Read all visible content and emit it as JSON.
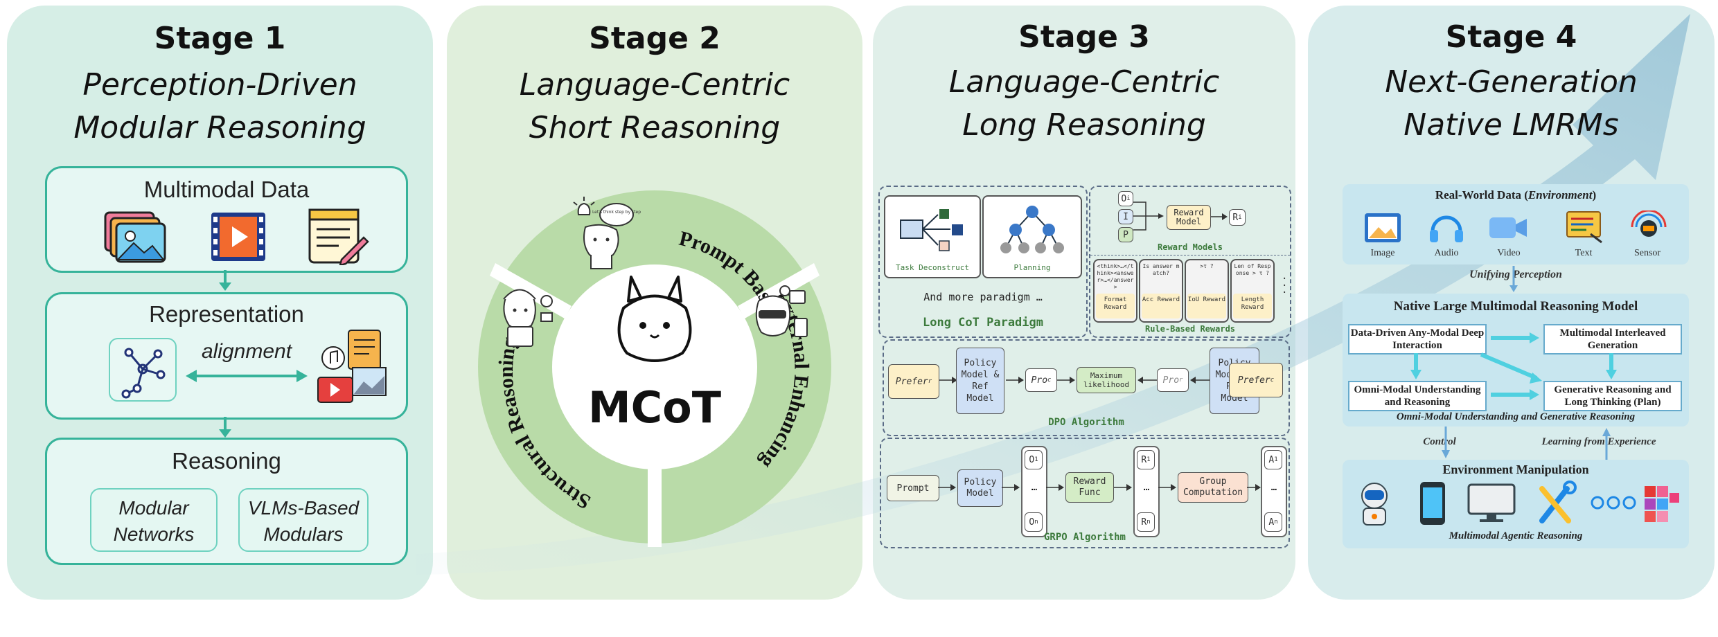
{
  "stage1": {
    "title": "Stage 1",
    "subtitle_line1": "Perception-Driven",
    "subtitle_line2": "Modular Reasoning",
    "multimodal_data": "Multimodal Data",
    "representation": "Representation",
    "alignment": "alignment",
    "reasoning": "Reasoning",
    "modular_networks_1": "Modular",
    "modular_networks_2": "Networks",
    "vlms_1": "VLMs-Based",
    "vlms_2": "Modulars"
  },
  "stage2": {
    "title": "Stage 2",
    "subtitle_line1": "Language-Centric",
    "subtitle_line2": "Short Reasoning",
    "center": "MCoT",
    "prompt_based": "Prompt Based",
    "external_enhancing": "External Enhancing",
    "structural_reasoning": "Structural Reasoning",
    "bubble_text": "Let's think step by step"
  },
  "stage3": {
    "title": "Stage 3",
    "subtitle_line1": "Language-Centric",
    "subtitle_line2": "Long Reasoning",
    "task_deconstruct": "Task Deconstruct",
    "planning": "Planning",
    "more_paradigm": "And more paradigm …",
    "long_cot": "Long CoT Paradigm",
    "o_i": "O",
    "o_i_sub": "i",
    "i": "I",
    "p": "P",
    "r_i": "R",
    "r_i_sub": "i",
    "reward_model": "Reward Model",
    "reward_models": "Reward Models",
    "rule_based": "Rule-Based Rewards",
    "rb_cards": [
      {
        "top": "<think>…</think><answer>…</answer>",
        "bottom": "Format Reward"
      },
      {
        "top": "Is answer match?",
        "bottom": "Acc Reward"
      },
      {
        "top": ">τ ?",
        "bottom": "IoU Reward"
      },
      {
        "top": "Len of Response > τ ?",
        "bottom": "Length Reward"
      }
    ],
    "prefer_r": "Prefer",
    "prefer_r_sub": "r",
    "prefer_c": "Prefer",
    "prefer_c_sub": "c",
    "policy_ref": "Policy Model & Ref Model",
    "pro_c": "Pro",
    "pro_c_sub": "c",
    "pro_r": "Pro",
    "pro_r_sub": "r",
    "max_likelihood": "Maximum likelihood",
    "dpo": "DPO Algorithm",
    "prompt": "Prompt",
    "policy_model": "Policy Model",
    "o1": "O",
    "o1_sub": "1",
    "on": "O",
    "on_sub": "n",
    "reward_func": "Reward Func",
    "r1": "R",
    "r1_sub": "1",
    "rn": "R",
    "rn_sub": "n",
    "group_comp": "Group Computation",
    "a1": "A",
    "a1_sub": "1",
    "an": "A",
    "an_sub": "n",
    "grpo": "GRPO Algorithm",
    "dots": "…"
  },
  "stage4": {
    "title": "Stage 4",
    "subtitle_line1": "Next-Generation",
    "subtitle_line2": "Native LMRMs",
    "real_world_1": "Real-World Data (",
    "real_world_env": "Environment",
    "real_world_2": ")",
    "icons": [
      "Image",
      "Audio",
      "Video",
      "Text",
      "Sensor"
    ],
    "unifying": "Unifying Perception",
    "native": "Native Large Multimodal Reasoning Model",
    "data_driven": "Data-Driven Any-Modal Deep Interaction",
    "interleaved": "Multimodal Interleaved Generation",
    "omni_modal": "Omni-Modal Understanding and Reasoning",
    "generative": "Generative Reasoning and Long Thinking (Plan)",
    "omni_caption": "Omni-Modal Understanding and Generative Reasoning",
    "control": "Control",
    "learning": "Learning from Experience",
    "env_manip": "Environment Manipulation",
    "agentic": "Multimodal Agentic Reasoning"
  },
  "colors": {
    "teal": "#36b39a",
    "green_ring": "#b9dba8",
    "blue_arrow": "#9fc3d6"
  }
}
